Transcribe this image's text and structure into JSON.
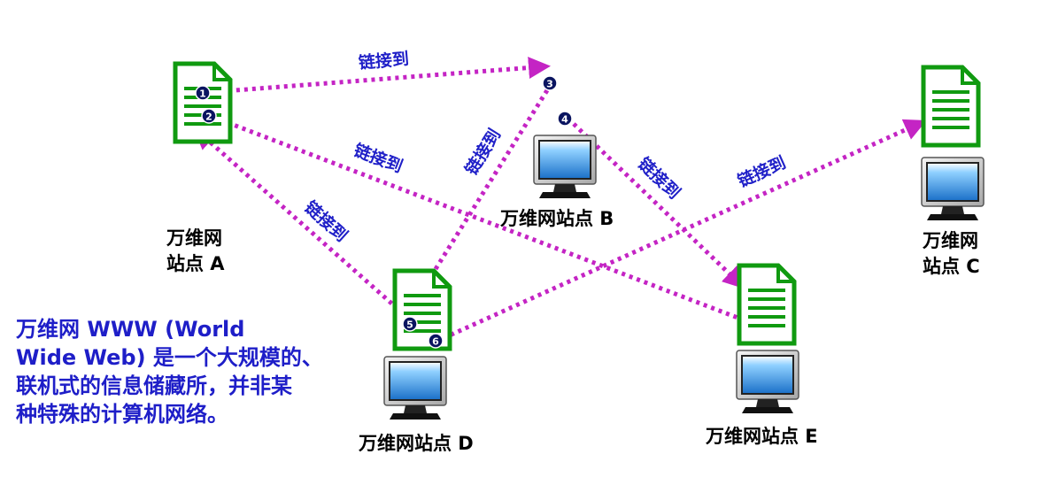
{
  "link_label": "链接到",
  "sites": {
    "a": {
      "line1": "万维网",
      "line2": "站点 A"
    },
    "b": {
      "label": "万维网站点 B"
    },
    "c": {
      "line1": "万维网",
      "line2": "站点 C"
    },
    "d": {
      "label": "万维网站点 D"
    },
    "e": {
      "label": "万维网站点 E"
    }
  },
  "markers": [
    "1",
    "2",
    "3",
    "4",
    "5",
    "6"
  ],
  "description": [
    "万维网 WWW (World",
    "Wide Web) 是一个大规模的、",
    "联机式的信息储藏所，并非某",
    "种特殊的计算机网络。"
  ],
  "colors": {
    "document": "#109a10",
    "link": "#c424c4",
    "label_blue": "#2020c8",
    "marker": "#0a1460",
    "monitor_screen": "#2a8ee0"
  },
  "icons": [
    "document-icon",
    "monitor-icon"
  ]
}
